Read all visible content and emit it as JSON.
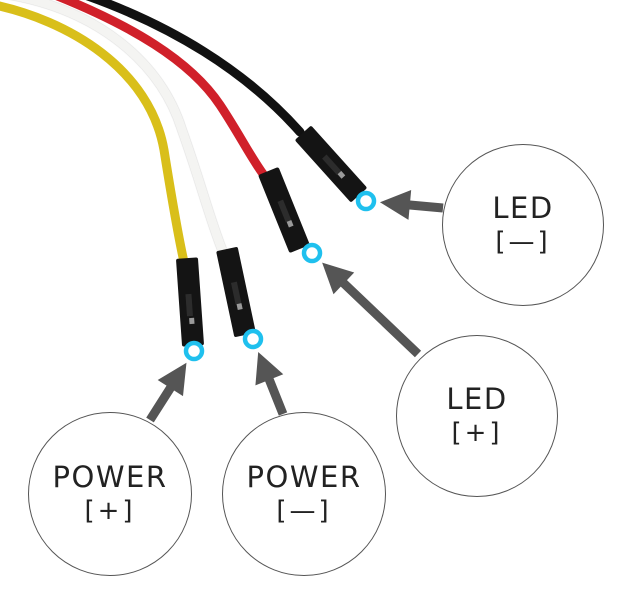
{
  "diagram": {
    "title": "Jumper wire pin connections",
    "colors": {
      "background": "#ffffff",
      "arrow": "#555555",
      "pin_marker": "#1fc0ee",
      "circle_border": "#555555",
      "label_text": "#222222",
      "connector": "#141414"
    },
    "wires": [
      {
        "id": "yellow",
        "color": "#d9bf1a",
        "label_ref": "power-plus"
      },
      {
        "id": "white",
        "color": "#f4f4f2",
        "label_ref": "power-minus"
      },
      {
        "id": "red",
        "color": "#d0202a",
        "label_ref": "led-plus"
      },
      {
        "id": "black",
        "color": "#111111",
        "label_ref": "led-minus"
      }
    ],
    "labels": [
      {
        "id": "led-minus",
        "title": "LED",
        "sign": "[—]",
        "wire": "black"
      },
      {
        "id": "led-plus",
        "title": "LED",
        "sign": "[+]",
        "wire": "red"
      },
      {
        "id": "power-plus",
        "title": "POWER",
        "sign": "[+]",
        "wire": "yellow"
      },
      {
        "id": "power-minus",
        "title": "POWER",
        "sign": "[—]",
        "wire": "white"
      }
    ]
  }
}
